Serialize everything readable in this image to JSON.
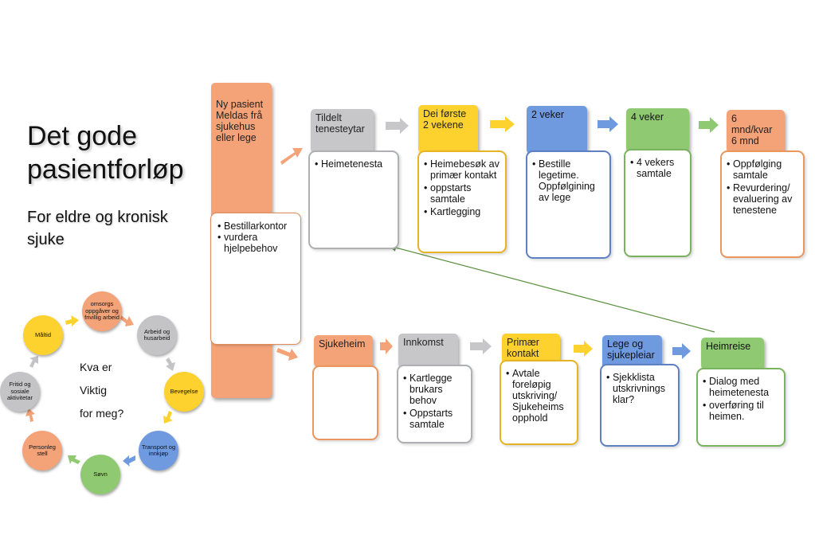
{
  "title": "Det gode pasientforløp",
  "subtitle": "For eldre og kronisk sjuke",
  "new_patient": {
    "label": "Ny pasient\nMeldas frå sjukehus eller lege",
    "inner_items": [
      "Bestillarkontor",
      "vurdera hjelpebehov"
    ]
  },
  "top_row": [
    {
      "header": "Tildelt\ntenesteytar",
      "items": [
        "Heimetenesta"
      ]
    },
    {
      "header": "Dei første\n2 vekene",
      "items": [
        "Heimebesøk av primær kontakt",
        "oppstarts samtale",
        "Kartlegging"
      ]
    },
    {
      "header": "2 veker",
      "items": [
        "Bestille legetime. Oppfølgining av lege"
      ]
    },
    {
      "header": "4 veker",
      "items": [
        "4 vekers samtale"
      ]
    },
    {
      "header": "6\nmnd/kvar\n6 mnd",
      "items": [
        "Oppfølging samtale",
        "Revurdering/ evaluering av tenestene"
      ]
    }
  ],
  "bottom_row": [
    {
      "header": "Sjukeheim",
      "items": []
    },
    {
      "header": "Innkomst",
      "items": [
        "Kartlegge brukars behov",
        "Oppstarts samtale"
      ]
    },
    {
      "header": "Primær\nkontakt",
      "items": [
        "Avtale foreløpig utskriving/ Sjukeheims opphold"
      ]
    },
    {
      "header": "Lege og\nsjukepleiar",
      "items": [
        "Sjekklista utskrivnings klar?"
      ]
    },
    {
      "header": "Heimreise",
      "items": [
        "Dialog med heimetenesta",
        "overføring til heimen."
      ]
    }
  ],
  "cycle": {
    "center_text": "Kva er\nViktig\nfor meg?",
    "nodes": [
      {
        "label": "omsorgs oppgåver og frivillig arbeid",
        "color": "#f4a277"
      },
      {
        "label": "Arbeid og husarbeid",
        "color": "#c4c4c6"
      },
      {
        "label": "Bevegelse",
        "color": "#fdd22f"
      },
      {
        "label": "Transport og innkjøp",
        "color": "#6f9ae0"
      },
      {
        "label": "Søvn",
        "color": "#8fca73"
      },
      {
        "label": "Personleg stell",
        "color": "#f4a277"
      },
      {
        "label": "Fritid og sosiale aktivitetar",
        "color": "#c4c4c6"
      },
      {
        "label": "Måltid",
        "color": "#fdd22f"
      }
    ]
  }
}
